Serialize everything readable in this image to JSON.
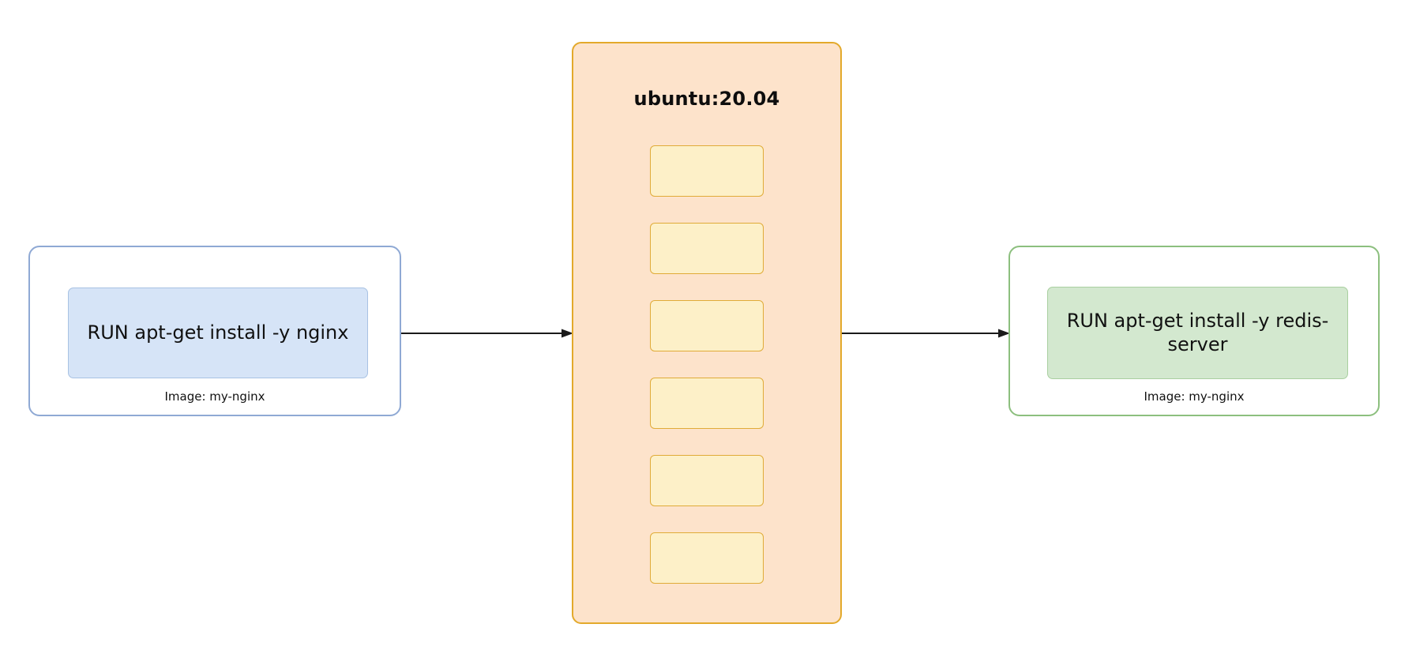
{
  "diagram": {
    "type": "docker-image-layer-flow",
    "nodes": {
      "left": {
        "instruction": "RUN apt-get install -y nginx",
        "caption": "Image: my-nginx",
        "border_color": "#8fa9d4",
        "fill_color": "#d6e4f7"
      },
      "center": {
        "title": "ubuntu:20.04",
        "layer_count": 6,
        "layers": [
          "",
          "",
          "",
          "",
          "",
          ""
        ],
        "border_color": "#e3a92b",
        "fill_color": "#fde3cb",
        "layer_fill_color": "#fdf0c8"
      },
      "right": {
        "instruction": "RUN apt-get install -y redis-server",
        "caption": "Image: my-nginx",
        "border_color": "#8cbf7e",
        "fill_color": "#d3e8cf"
      }
    },
    "edges": [
      {
        "from": "left",
        "to": "center",
        "label": ""
      },
      {
        "from": "center",
        "to": "right",
        "label": ""
      }
    ],
    "arrow_color": "#1a1a1a"
  }
}
